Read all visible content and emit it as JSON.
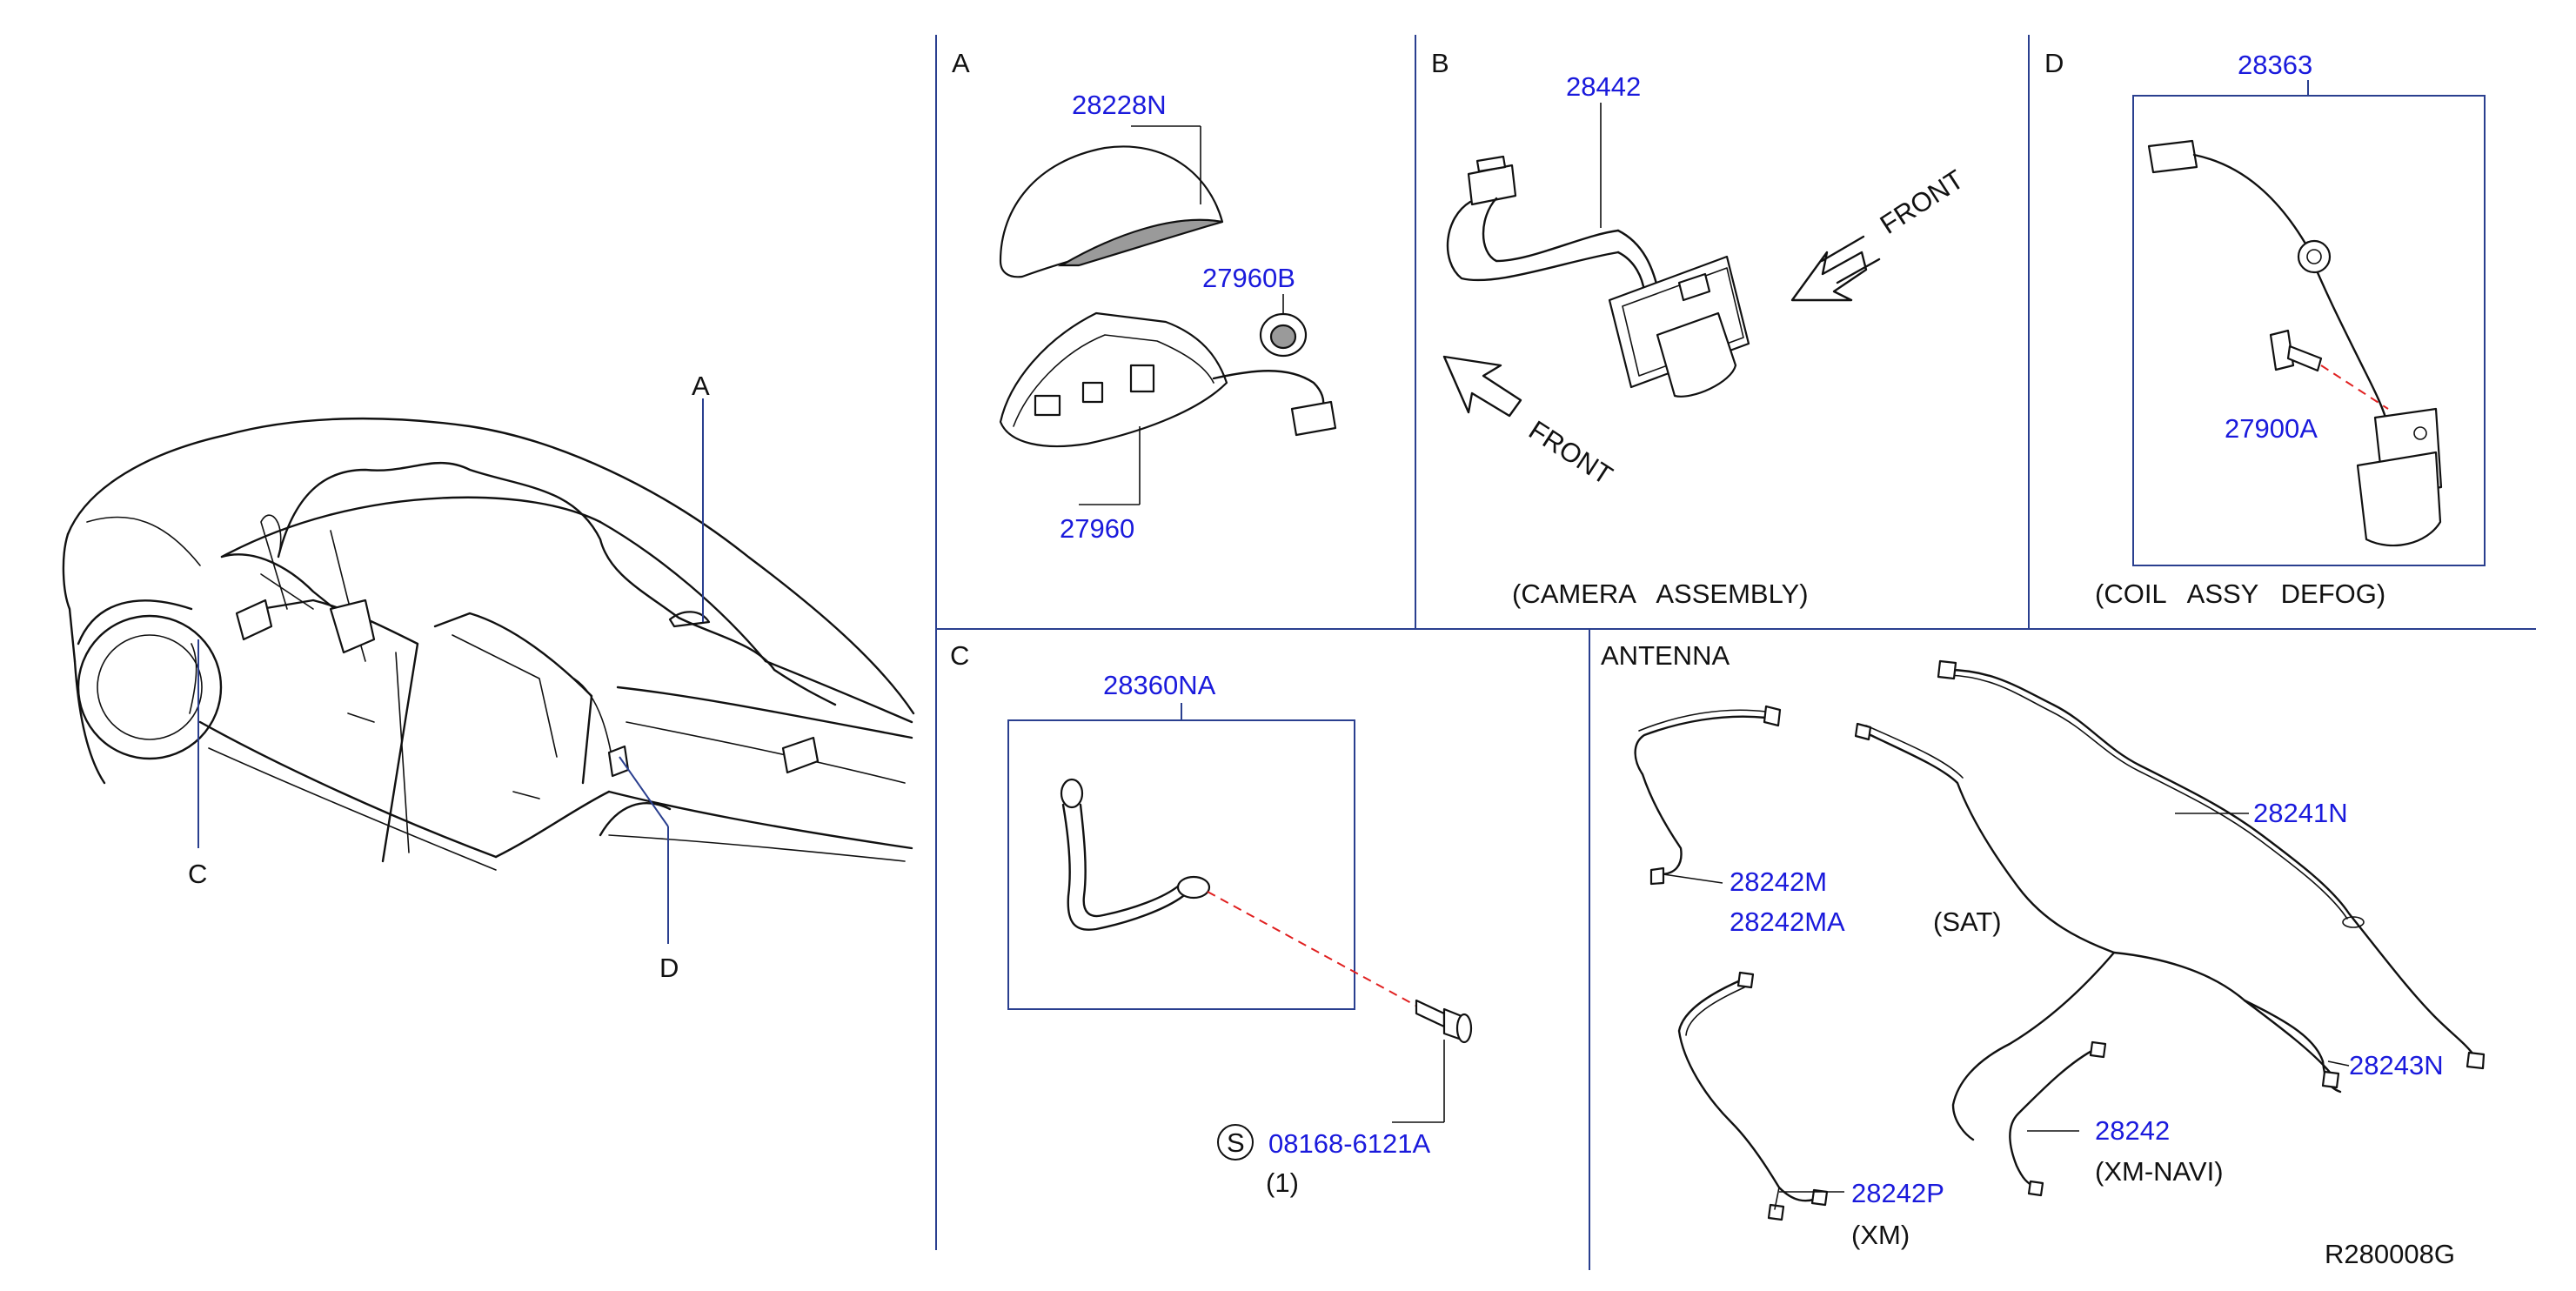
{
  "colors": {
    "part_number": "#1a1adc",
    "frame_line": "#2a3f8f",
    "ink": "#111111",
    "guide_dash": "#e02020"
  },
  "overview": {
    "callout_a": "A",
    "callout_c": "C",
    "callout_d": "D"
  },
  "panel_a": {
    "letter": "A",
    "parts": {
      "antenna_cover": "28228N",
      "antenna_nut": "27960B",
      "antenna_base": "27960"
    }
  },
  "panel_b": {
    "letter": "B",
    "parts": {
      "camera": "28442"
    },
    "front_label_1": "FRONT",
    "front_label_2": "FRONT",
    "caption": "(CAMERA   ASSEMBLY)"
  },
  "panel_d": {
    "letter": "D",
    "parts": {
      "coil": "28363",
      "bolt": "27900A"
    },
    "caption": "(COIL   ASSY   DEFOG)"
  },
  "panel_c": {
    "letter": "C",
    "parts": {
      "ground_strap": "28360NA",
      "bolt": "08168-6121A"
    },
    "bolt_qty": "(1)",
    "standard_symbol": "S"
  },
  "panel_antenna": {
    "title": "ANTENNA",
    "parts": {
      "feeder_main": "28241N",
      "feeder_m": "28242M",
      "feeder_ma": "28242MA",
      "feeder_sub": "28243N",
      "feeder_navi": "28242",
      "feeder_xm": "28242P"
    },
    "tag_sat": "(SAT)",
    "tag_xm_navi": "(XM-NAVI)",
    "tag_xm": "(XM)"
  },
  "diagram_code": "R280008G"
}
